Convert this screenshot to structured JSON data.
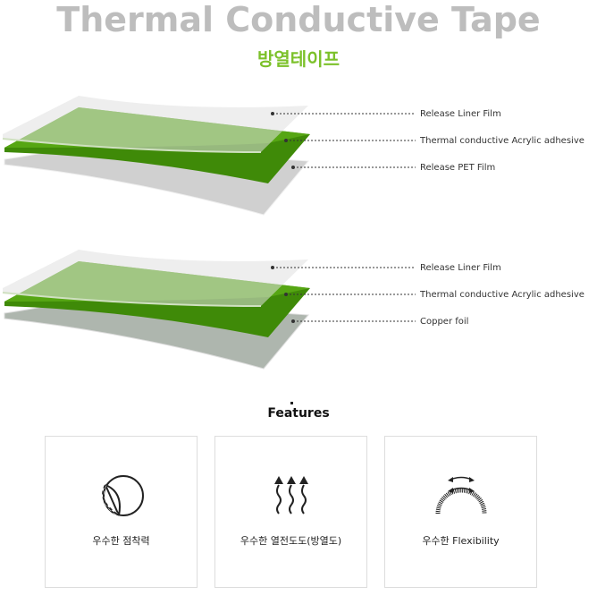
{
  "title": "Thermal Conductive Tape",
  "subtitle": "방열테이프",
  "diagram1": {
    "labels": [
      "Release Liner Film",
      "Thermal conductive Acrylic adhesive",
      "Release PET Film"
    ]
  },
  "diagram2": {
    "labels": [
      "Release Liner Film",
      "Thermal conductive Acrylic adhesive",
      "Copper foil"
    ]
  },
  "features": {
    "heading": "Features",
    "items": [
      {
        "icon": "adhesion-icon",
        "label": "우수한 점착력"
      },
      {
        "icon": "heat-arrows-icon",
        "label": "우수한 열전도도(방열도)"
      },
      {
        "icon": "flexibility-icon",
        "label": "우수한 Flexibility"
      }
    ]
  },
  "colors": {
    "green": "#4a9a12",
    "gray": "#d0d0d0",
    "copper": "#aeb6ae",
    "accent": "#7cc12a"
  }
}
